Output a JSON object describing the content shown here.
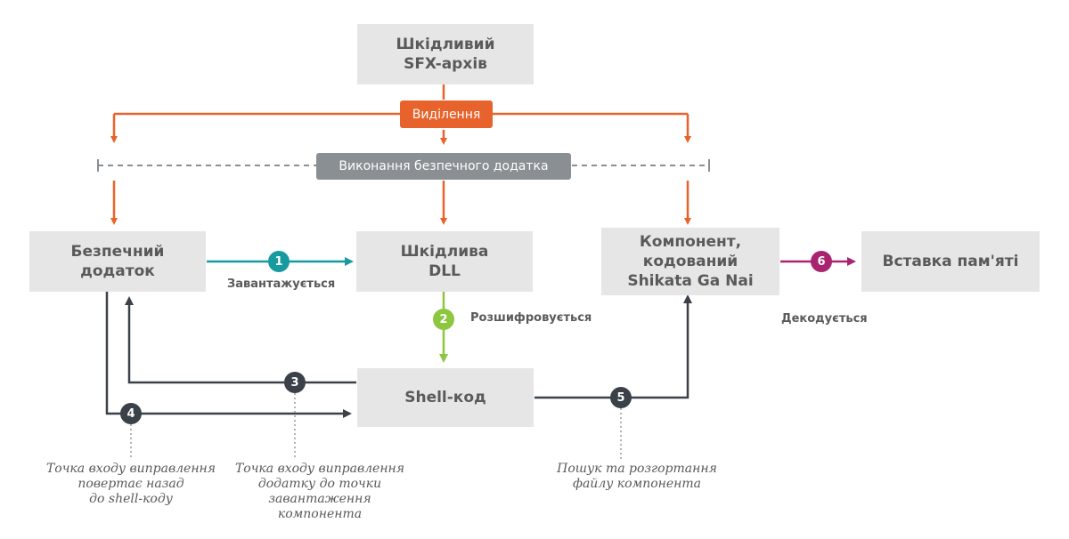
{
  "boxes": {
    "sfx": [
      "Шкідливий",
      "SFX-архів"
    ],
    "safe_app": [
      "Безпечний",
      "додаток"
    ],
    "dll": [
      "Шкідлива",
      "DLL"
    ],
    "component": [
      "Компонент,",
      "кодований",
      "Shikata Ga Nai"
    ],
    "memory": [
      "Вставка пам'яті"
    ],
    "shellcode": [
      "Shell-код"
    ]
  },
  "tags": {
    "extract": "Виділення",
    "run_safe": "Виконання безпечного додатка"
  },
  "edge_labels": {
    "loads": "Завантажується",
    "decrypts": "Розшифровується",
    "decodes": "Декодується"
  },
  "steps": [
    "1",
    "2",
    "3",
    "4",
    "5",
    "6"
  ],
  "notes": {
    "note4": [
      "Точка входу виправлення",
      "повертає назад",
      "до shell-коду"
    ],
    "note3": [
      "Точка входу виправлення",
      "додатку до точки",
      "завантаження",
      "компонента"
    ],
    "note5": [
      "Пошук та розгортання",
      "файлу компонента"
    ]
  },
  "colors": {
    "orange": "#e8632c",
    "gray_tag": "#8a8f94",
    "teal": "#179ba0",
    "green": "#8dc63f",
    "dark": "#3b4148",
    "magenta": "#a8246e"
  }
}
